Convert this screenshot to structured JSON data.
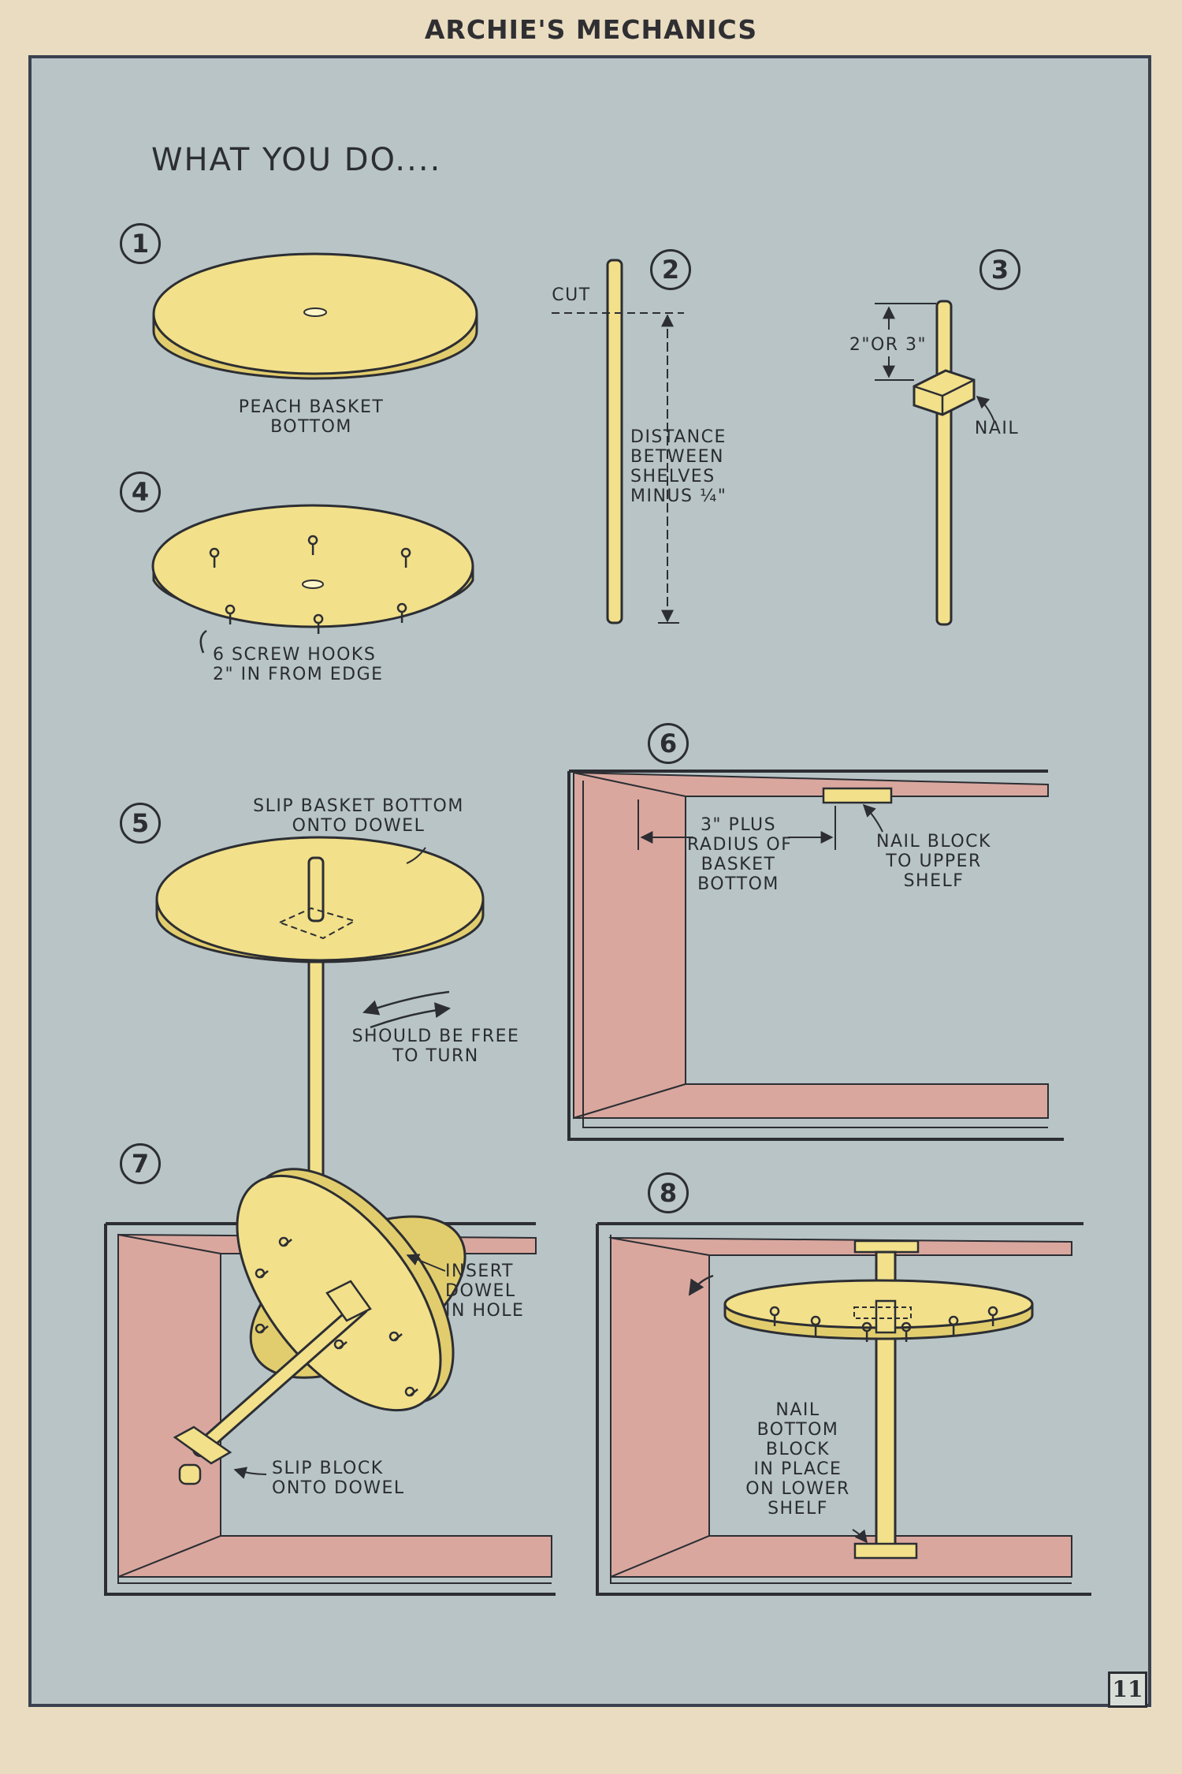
{
  "header": {
    "title": "ARCHIE'S MECHANICS"
  },
  "heading": "WHAT YOU DO....",
  "steps": [
    "1",
    "2",
    "3",
    "4",
    "5",
    "6",
    "7",
    "8"
  ],
  "labels": {
    "s1_line1": "PEACH BASKET",
    "s1_line2": "BOTTOM",
    "s2_cut": "CUT",
    "s2_line1": "DISTANCE",
    "s2_line2": "BETWEEN",
    "s2_line3": "SHELVES",
    "s2_line4": "MINUS ¼\"",
    "s3_measure": "2\"OR 3\"",
    "s3_nail": "NAIL",
    "s4_line1": "6 SCREW HOOKS",
    "s4_line2": "2\" IN FROM EDGE",
    "s5_top1": "SLIP BASKET BOTTOM",
    "s5_top2": "ONTO DOWEL",
    "s5_free1": "SHOULD BE FREE",
    "s5_free2": "TO TURN",
    "s6_dist1": "3\" PLUS",
    "s6_dist2": "RADIUS OF",
    "s6_dist3": "BASKET",
    "s6_dist4": "BOTTOM",
    "s6_nail1": "NAIL BLOCK",
    "s6_nail2": "TO UPPER",
    "s6_nail3": "SHELF",
    "s7_insert1": "INSERT",
    "s7_insert2": "DOWEL",
    "s7_insert3": "IN HOLE",
    "s7_slip1": "SLIP BLOCK",
    "s7_slip2": "ONTO DOWEL",
    "s8_line1": "NAIL",
    "s8_line2": "BOTTOM",
    "s8_line3": "BLOCK",
    "s8_line4": "IN PLACE",
    "s8_line5": "ON LOWER",
    "s8_line6": "SHELF"
  },
  "page_number": "11",
  "colors": {
    "panel": "#b8c4c6",
    "wood": "#f2e08a",
    "shelf": "#d9a79e",
    "ink": "#2c2e33"
  }
}
